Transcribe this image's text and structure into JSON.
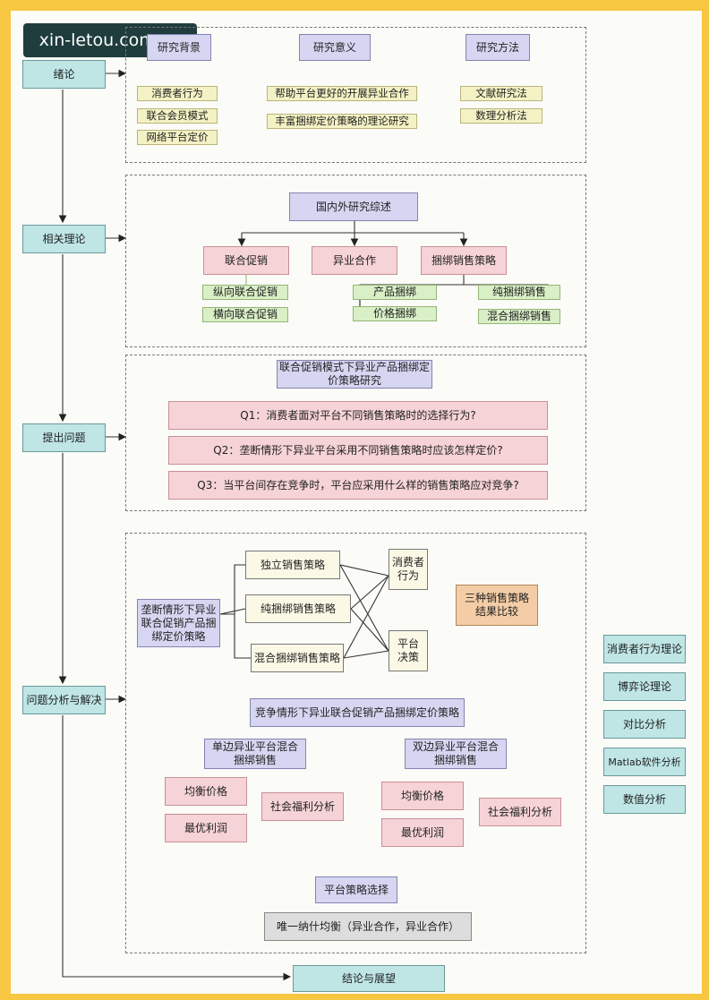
{
  "watermark": "xin-letou.com.cn",
  "stages": {
    "intro": "绪论",
    "theory": "相关理论",
    "question": "提出问题",
    "analysis": "问题分析与解决",
    "conclusion": "结论与展望"
  },
  "intro_section": {
    "bg_title": "研究背景",
    "sig_title": "研究意义",
    "method_title": "研究方法",
    "bg_items": [
      "消费者行为",
      "联合会员模式",
      "网络平台定价"
    ],
    "sig_items": [
      "帮助平台更好的开展异业合作",
      "丰富捆绑定价策略的理论研究"
    ],
    "method_items": [
      "文献研究法",
      "数理分析法"
    ]
  },
  "theory_section": {
    "root": "国内外研究综述",
    "joint_promo": "联合促销",
    "cross_coop": "异业合作",
    "bundle_strategy": "捆绑销售策略",
    "joint_sub": [
      "纵向联合促销",
      "横向联合促销"
    ],
    "bundle_left": [
      "产品捆绑",
      "价格捆绑"
    ],
    "bundle_right": [
      "纯捆绑销售",
      "混合捆绑销售"
    ]
  },
  "question_section": {
    "title": "联合促销模式下异业产品捆绑定价策略研究",
    "q1": "Q1：消费者面对平台不同销售策略时的选择行为?",
    "q2": "Q2：垄断情形下异业平台采用不同销售策略时应该怎样定价?",
    "q3": "Q3：当平台间存在竞争时，平台应采用什么样的销售策略应对竞争?"
  },
  "analysis_section": {
    "monopoly": "垄断情形下异业联合促销产品捆绑定价策略",
    "strategies": [
      "独立销售策略",
      "纯捆绑销售策略",
      "混合捆绑销售策略"
    ],
    "consumer": "消费者行为",
    "platform": "平台决策",
    "compare": "三种销售策略结果比较",
    "competition": "竞争情形下异业联合促销产品捆绑定价策略",
    "unilateral": "单边异业平台混合捆绑销售",
    "bilateral": "双边异业平台混合捆绑销售",
    "eq_price": "均衡价格",
    "opt_profit": "最优利润",
    "welfare": "社会福利分析",
    "choice": "平台策略选择",
    "nash": "唯一纳什均衡（异业合作，异业合作）"
  },
  "methods_side": [
    "消费者行为理论",
    "博弈论理论",
    "对比分析",
    "Matlab软件分析",
    "数值分析"
  ]
}
